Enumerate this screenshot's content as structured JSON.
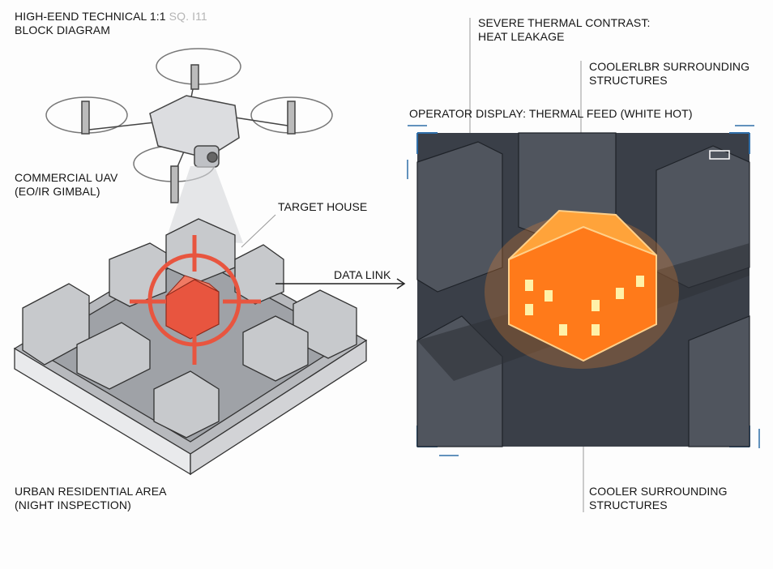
{
  "title": {
    "line1": "HIGH-EEND TECHNICAL 1:1",
    "suffix": "SQ. I11",
    "line2": "BLOCK DIAGRAM"
  },
  "labels": {
    "uav": [
      "COMMERCIAL UAV",
      "(EO/IR GIMBAL)"
    ],
    "target": "TARGET HOUSE",
    "data_link": "DATA LINK",
    "area": [
      "URBAN RESIDENTIAL AREA",
      "(NIGHT INSPECTION)"
    ],
    "heat": [
      "SEVERE THERMAL CONTRAST:",
      "HEAT LEAKAGE"
    ],
    "cooler_top": [
      "COOLERLBR SURROUNDING",
      "STRUCTURES"
    ],
    "display": "OPERATOR DISPLAY: THERMAL FEED (WHITE HOT)",
    "cooler_bottom": [
      "COOLER SURROUNDING",
      "STRUCTURES"
    ]
  },
  "colors": {
    "accent_red": "#e8553f",
    "frame_blue": "#2f6ea8",
    "thermal_orange": "#ff7a1a",
    "thermal_bg": "#3a3f48"
  }
}
